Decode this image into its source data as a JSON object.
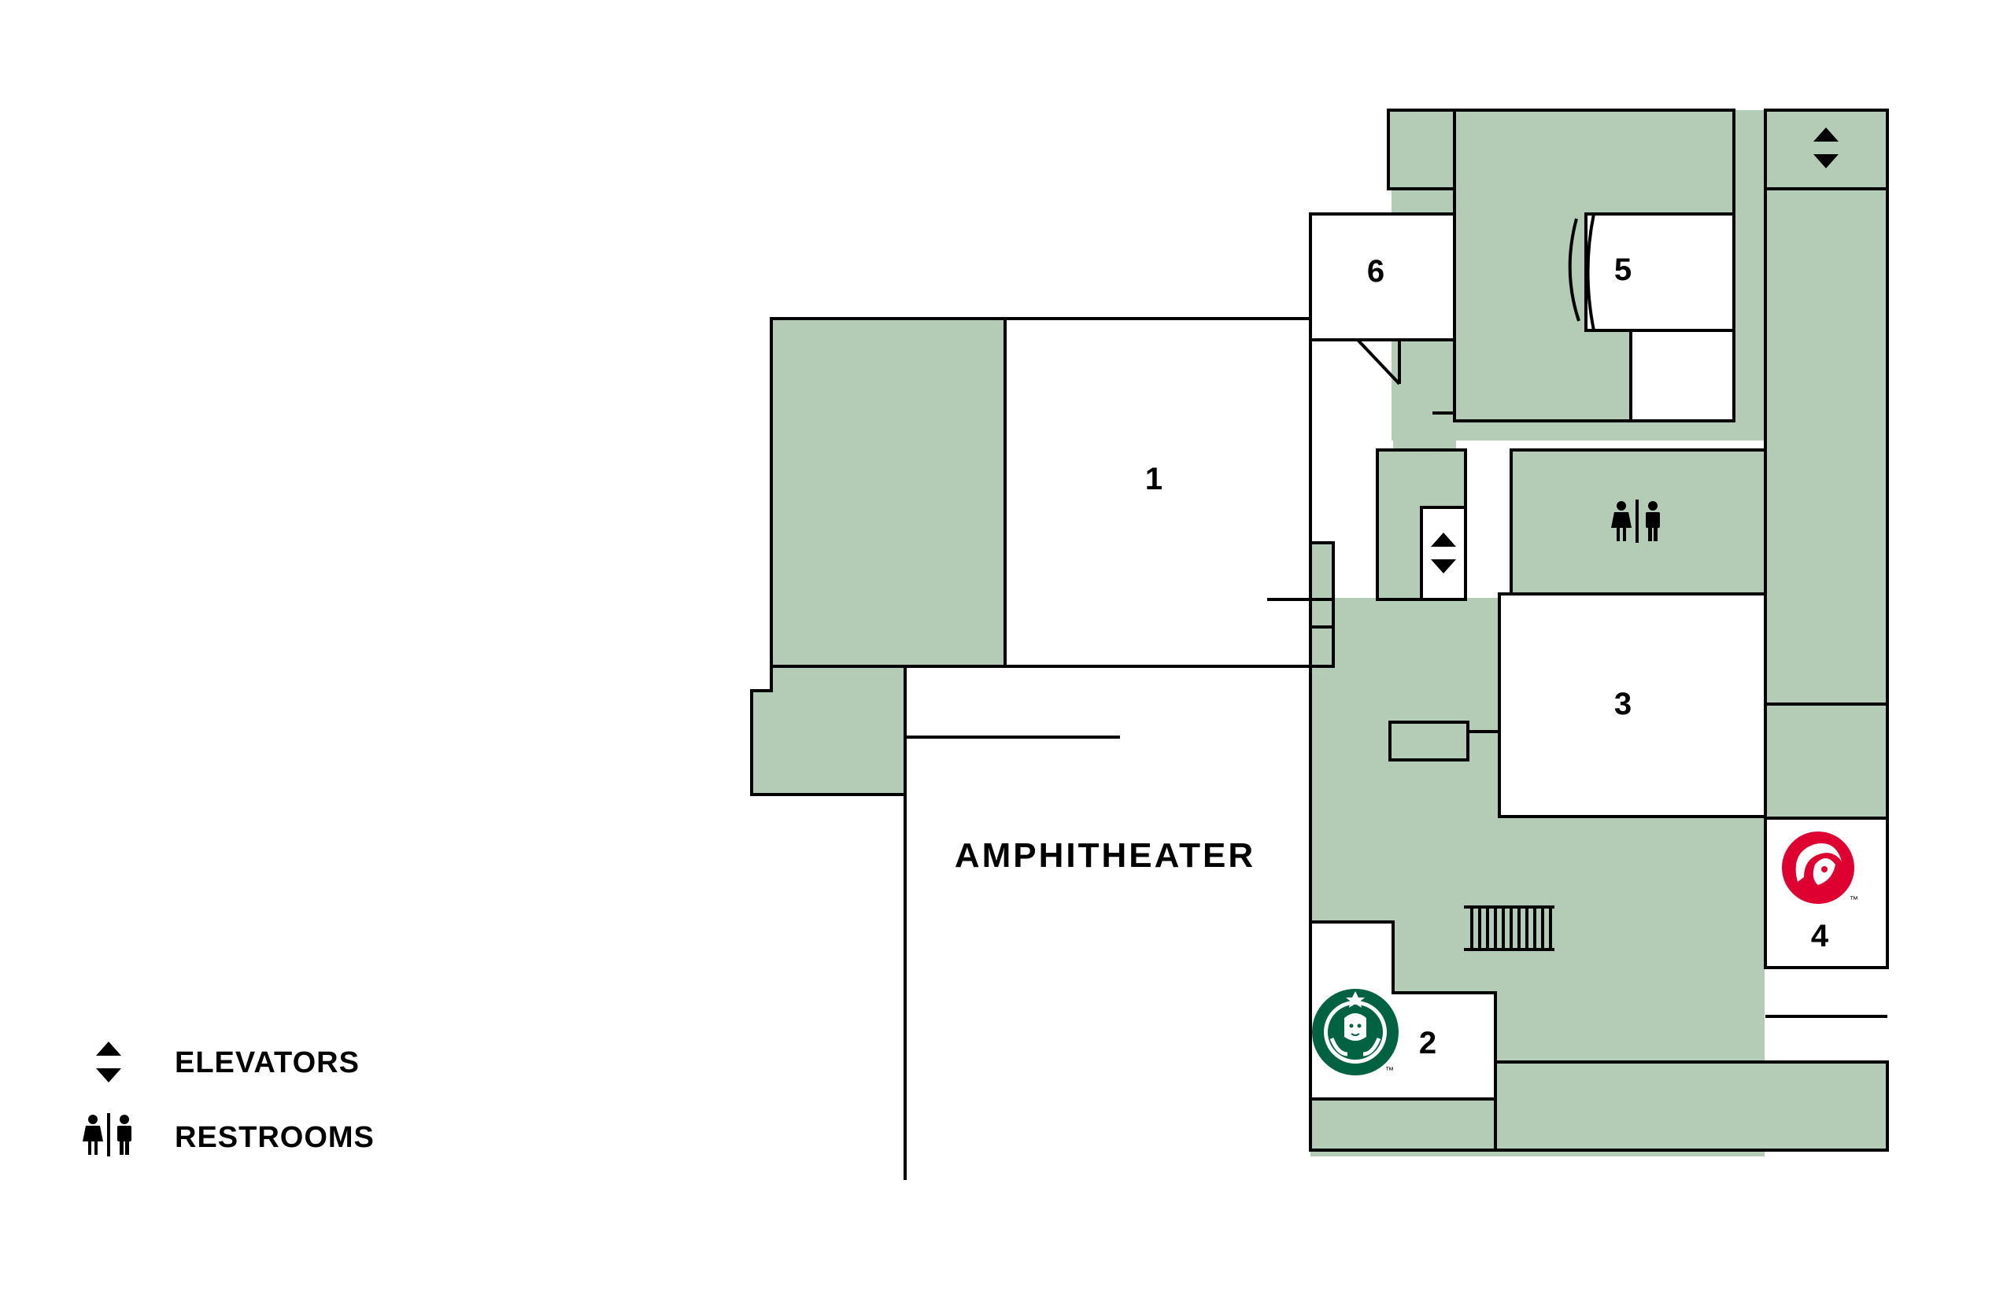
{
  "map": {
    "colors": {
      "floor": "#b4cbb5",
      "room": "#ffffff",
      "outline": "#000000",
      "starbucks": "#006241",
      "chickfila": "#dd0031"
    },
    "rooms": [
      {
        "id": "1",
        "label": "1"
      },
      {
        "id": "2",
        "label": "2",
        "brand": "Starbucks"
      },
      {
        "id": "3",
        "label": "3"
      },
      {
        "id": "4",
        "label": "4",
        "brand": "Chick-fil-A"
      },
      {
        "id": "5",
        "label": "5"
      },
      {
        "id": "6",
        "label": "6"
      }
    ],
    "amphitheater_label": "AMPHITHEATER",
    "starbucks_tm": "™",
    "chickfila_tm": "™"
  },
  "legend": {
    "elevators_label": "ELEVATORS",
    "elevators_icon": "elevator-icon",
    "restrooms_label": "RESTROOMS",
    "restrooms_icon": "restroom-icon"
  }
}
